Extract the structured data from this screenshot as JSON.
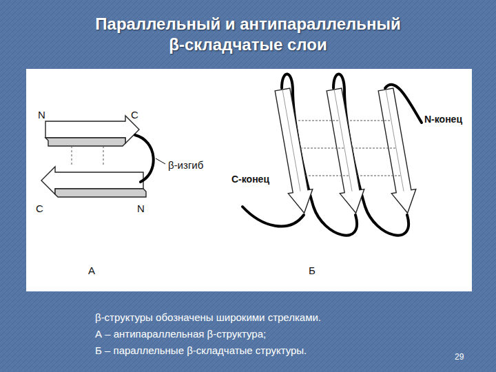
{
  "diagram": {
    "title": "Параллельный и антипараллельный β-складчатые слои",
    "caption": "β-структуры обозначены широкими стрелками.",
    "labels": [
      "N",
      "C",
      "β-изгиб",
      "C",
      "N",
      "А",
      "N-конец",
      "С-конец",
      "Б",
      "А – антипараллельная β-структура;",
      "Б – параллельные β-складчатые структуры.",
      "29"
    ]
  }
}
